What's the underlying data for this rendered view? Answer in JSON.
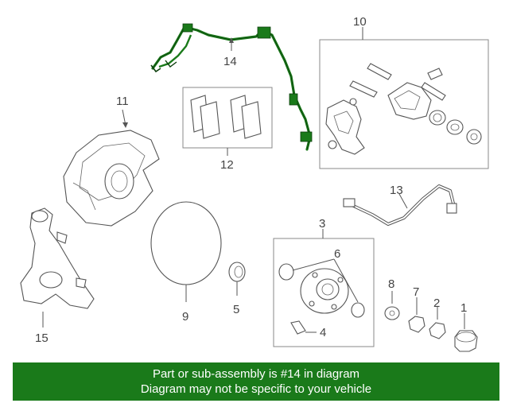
{
  "diagram": {
    "callouts": [
      {
        "id": "1",
        "label": "1"
      },
      {
        "id": "2",
        "label": "2"
      },
      {
        "id": "3",
        "label": "3"
      },
      {
        "id": "4",
        "label": "4"
      },
      {
        "id": "5",
        "label": "5"
      },
      {
        "id": "6",
        "label": "6"
      },
      {
        "id": "7",
        "label": "7"
      },
      {
        "id": "8",
        "label": "8"
      },
      {
        "id": "9",
        "label": "9"
      },
      {
        "id": "10",
        "label": "10"
      },
      {
        "id": "11",
        "label": "11"
      },
      {
        "id": "12",
        "label": "12"
      },
      {
        "id": "13",
        "label": "13"
      },
      {
        "id": "14",
        "label": "14"
      },
      {
        "id": "15",
        "label": "15"
      }
    ],
    "highlight_color": "#1a7a1a"
  },
  "banner": {
    "line1": "Part or sub-assembly is #14 in diagram",
    "line2": "Diagram may not be specific to your vehicle",
    "background": "#1a7a1a",
    "text_color": "#ffffff"
  }
}
